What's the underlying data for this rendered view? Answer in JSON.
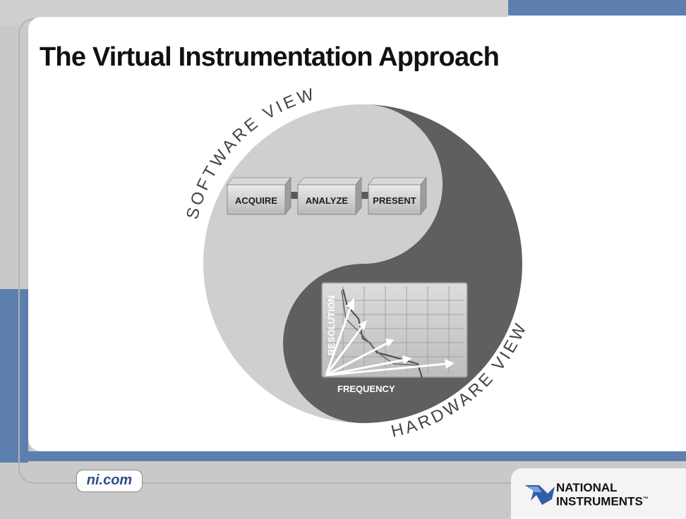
{
  "slide": {
    "title": "The Virtual Instrumentation Approach"
  },
  "figure": {
    "software_view_label": "SOFTWARE VIEW",
    "hardware_view_label": "HARDWARE VIEW",
    "blocks": [
      "ACQUIRE",
      "ANALYZE",
      "PRESENT"
    ],
    "plot": {
      "y_label": "RESOLUTION",
      "x_label": "FREQUENCY"
    }
  },
  "footer": {
    "link_text": "ni.com",
    "logo_line1": "NATIONAL",
    "logo_line2": "INSTRUMENTS",
    "logo_tm": "™"
  },
  "colors": {
    "accent_blue": "#5c7fb0",
    "yin_light": "#cfcfcf",
    "yin_dark": "#5f5f5f",
    "link_blue": "#2d4e8a"
  }
}
